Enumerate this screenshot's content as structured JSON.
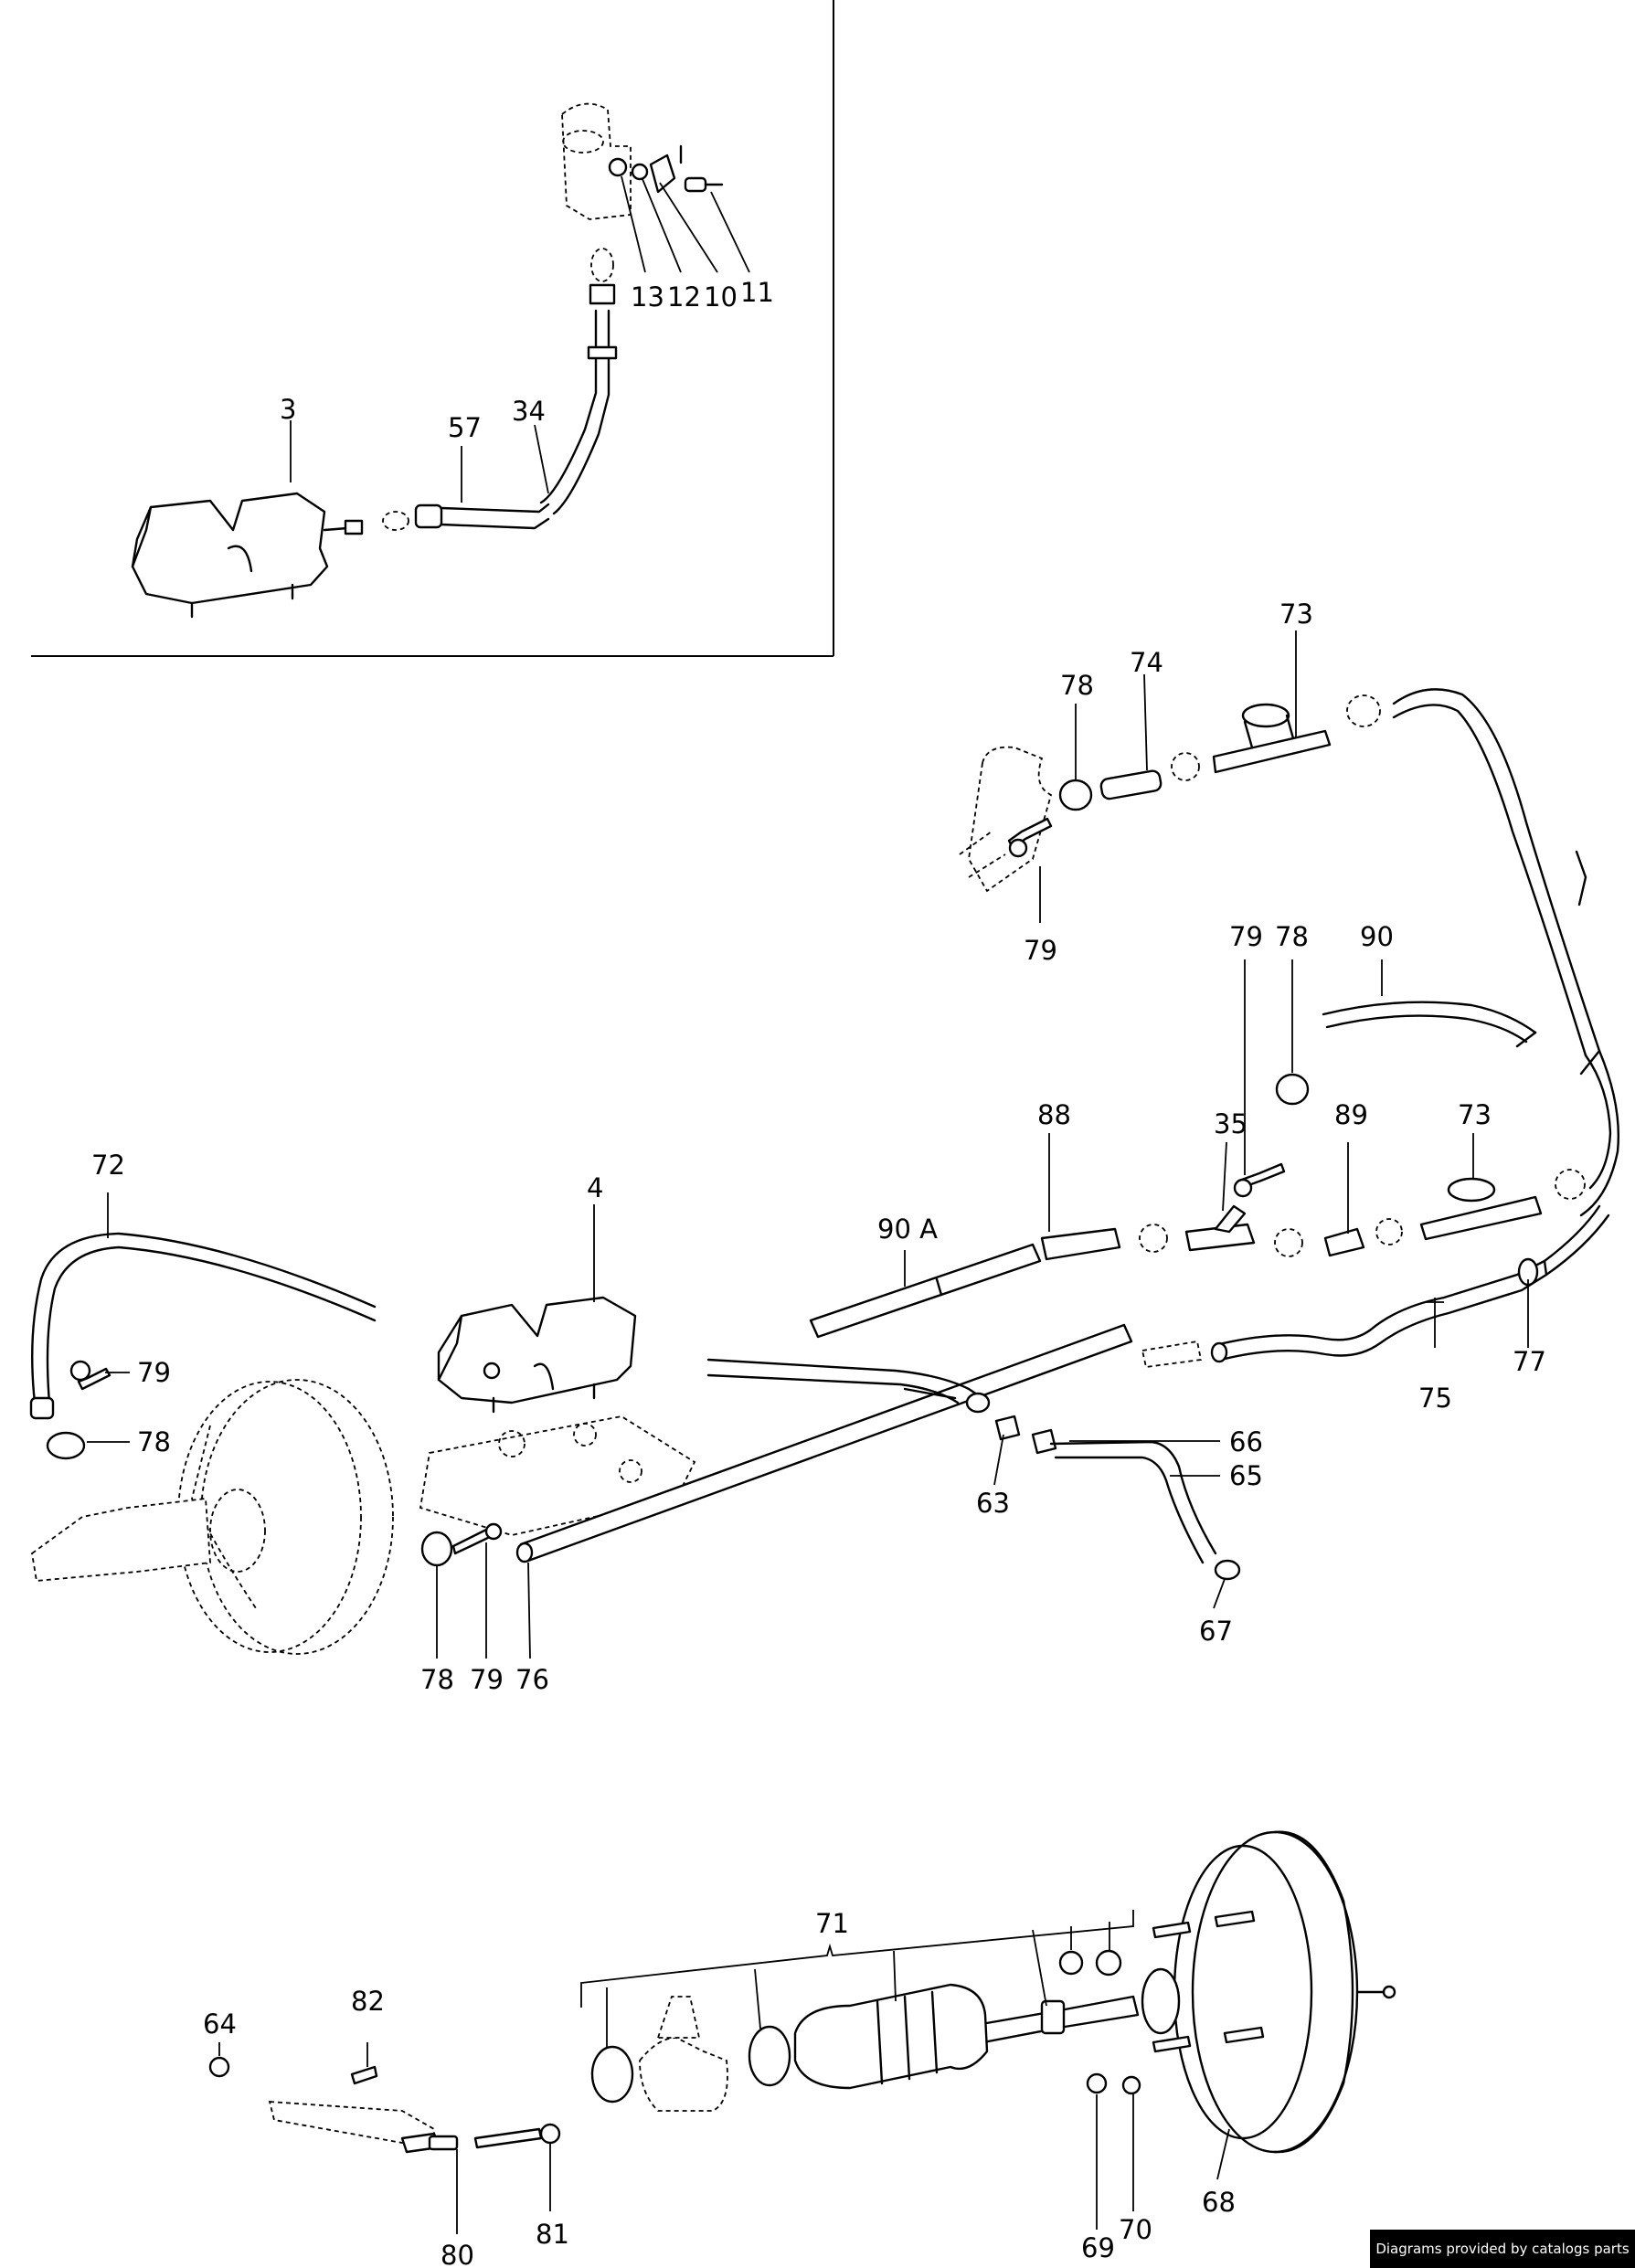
{
  "callouts": [
    "3",
    "57",
    "34",
    "13",
    "12",
    "10",
    "11",
    "73",
    "74",
    "78",
    "79",
    "90",
    "88",
    "35",
    "89",
    "90 A",
    "72",
    "4",
    "75",
    "77",
    "66",
    "65",
    "63",
    "67",
    "76",
    "71",
    "64",
    "82",
    "80",
    "81",
    "69",
    "70",
    "68"
  ],
  "credit": "Diagrams provided by catalogs parts"
}
